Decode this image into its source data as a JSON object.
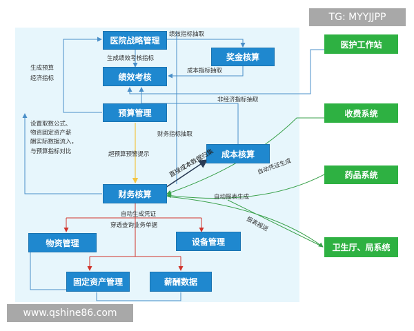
{
  "watermark_top": "TG: MYYJJPP",
  "watermark_bottom": "www.qshine86.com",
  "boxes": {
    "strategy": "医院战略管理",
    "bonus": "奖金核算",
    "performance": "绩效考核",
    "budget": "预算管理",
    "cost": "成本核算",
    "finance": "财务核算",
    "materials": "物资管理",
    "equipment": "设备管理",
    "fixed_assets": "固定资产管理",
    "salary": "薪酬数据"
  },
  "external": {
    "workstation": "医护工作站",
    "charging": "收费系统",
    "pharmacy": "药品系统",
    "health_bureau": "卫生厅、局系统"
  },
  "labels": {
    "perf_indicator_extract": "绩效指标抽取",
    "gen_perf_indicator": "生成绩效考核指标",
    "cost_indicator_extract": "成本指标抽取",
    "non_econ_extract": "非经济指标抽取",
    "gen_budget_econ_line1": "生成预算",
    "gen_budget_econ_line2": "经济指标",
    "fetch_formula_lines": [
      "设置取数公式、",
      "物资固定资产薪",
      "酬实际数据流入，",
      "与预算指标对比"
    ],
    "finance_indicator_extract": "财务指标抽取",
    "over_budget_warning": "超预算预警提示",
    "direct_cost_collect": "直接成本数据归集",
    "auto_voucher_gen": "自动凭证生成",
    "auto_report_gen": "自动报表生成",
    "report_submit": "报表报送",
    "auto_gen_voucher": "自动生成凭证",
    "drill_business_doc": "穿透查询业务单据"
  },
  "colors": {
    "box_blue": "#1f88cf",
    "box_green": "#2eb142",
    "panel_bg": "#e7f6fc",
    "line_blue": "#4a8fc8",
    "line_red": "#d0322a",
    "line_yellow": "#f4c542",
    "line_dark": "#2a3b55",
    "line_green": "#3aa14b"
  }
}
